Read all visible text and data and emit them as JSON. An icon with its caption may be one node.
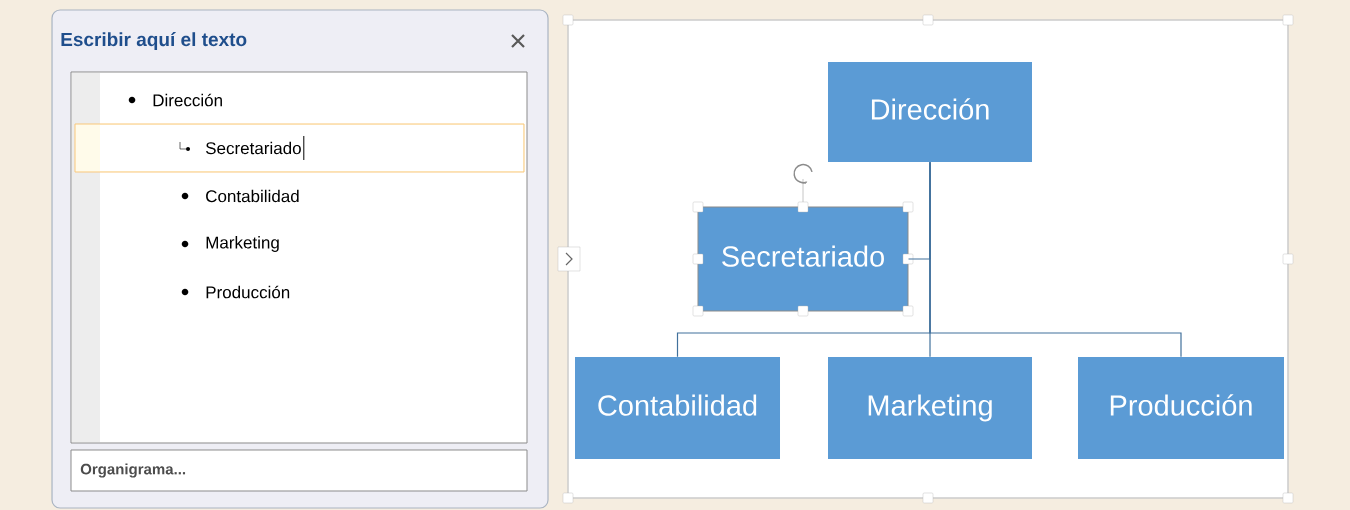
{
  "diagram": {
    "nodes": [
      {
        "text": [
          "Escribir aquí el texto"
        ]
      },
      {
        "text": [
          "Dirección",
          "Contabilidad",
          "Marketing",
          "Producción"
        ],
        "in": 0
      },
      {
        "text": [
          "Secretariado"
        ],
        "in": 1
      },
      {
        "text": [
          "Organigrama..."
        ],
        "in": 0
      },
      {
        "text": [],
        "shape": "box"
      },
      {
        "text": [
          "Dirección"
        ],
        "in": 4
      },
      {
        "text": [
          "Secretariado"
        ],
        "in": 4
      },
      {
        "text": [
          "Contabilidad"
        ],
        "in": 4
      },
      {
        "text": [
          "Marketing"
        ],
        "in": 4
      },
      {
        "text": [
          "Producción"
        ],
        "in": 4
      }
    ],
    "edges": [
      {
        "from": 5,
        "to": 6,
        "arrow": "none"
      },
      {
        "from": 5,
        "to": 7,
        "arrow": "none"
      },
      {
        "from": 5,
        "to": 8,
        "arrow": "none"
      },
      {
        "from": 5,
        "to": 9,
        "arrow": "none"
      }
    ]
  }
}
